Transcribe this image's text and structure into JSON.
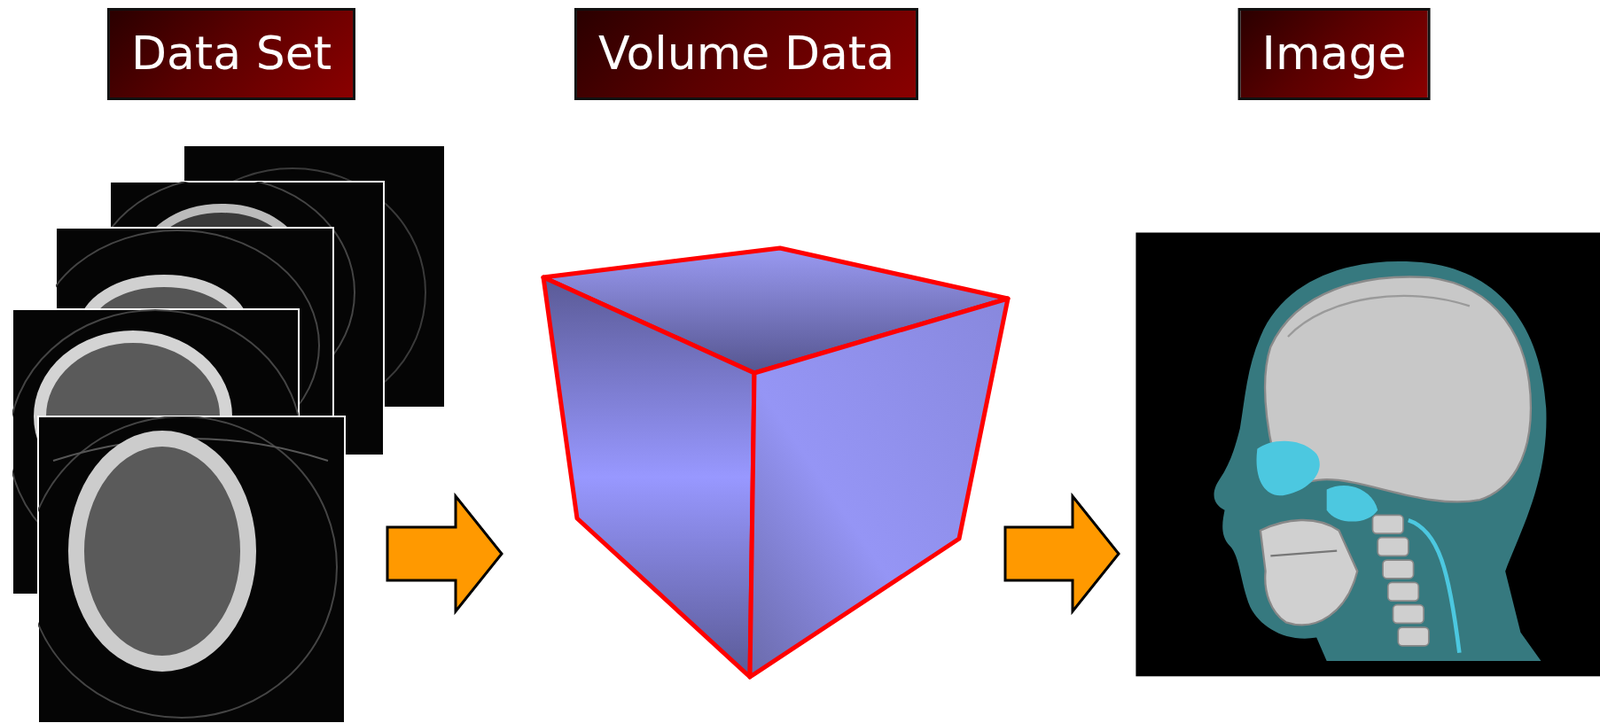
{
  "diagram": {
    "nodes": [
      {
        "text": [
          "Data Set"
        ]
      },
      {
        "text": [
          "Volume Data"
        ]
      },
      {
        "text": [
          "Image"
        ]
      }
    ],
    "edges": [
      {
        "from": 0,
        "to": 1,
        "arrow": "to"
      },
      {
        "from": 1,
        "to": 2,
        "arrow": "to"
      }
    ]
  }
}
